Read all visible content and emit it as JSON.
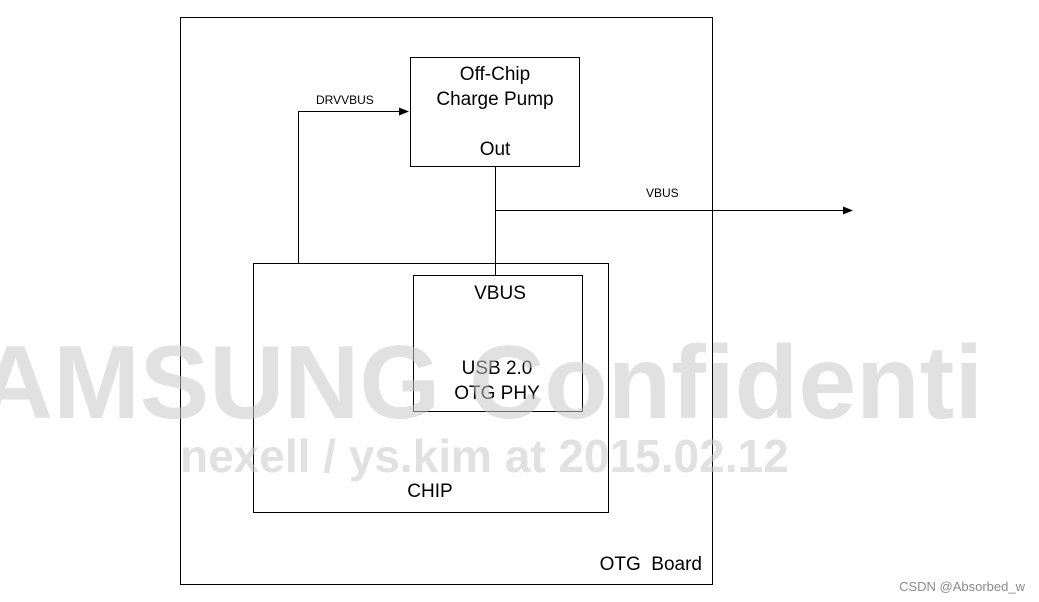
{
  "diagram": {
    "board_label": "OTG  Board",
    "charge_pump": {
      "line1": "Off-Chip",
      "line2": "Charge Pump",
      "out_label": "Out"
    },
    "chip_label": "CHIP",
    "phy": {
      "vbus_label": "VBUS",
      "line1": "USB 2.0",
      "line2": "OTG PHY"
    },
    "drvvbus_label": "DRVVBUS",
    "vbus_out_label": "VBUS"
  },
  "watermark": {
    "line1": "AMSUNG Confidenti",
    "line2": "nexell / ys.kim at 2015.02.12"
  },
  "credit": "CSDN @Absorbed_w"
}
